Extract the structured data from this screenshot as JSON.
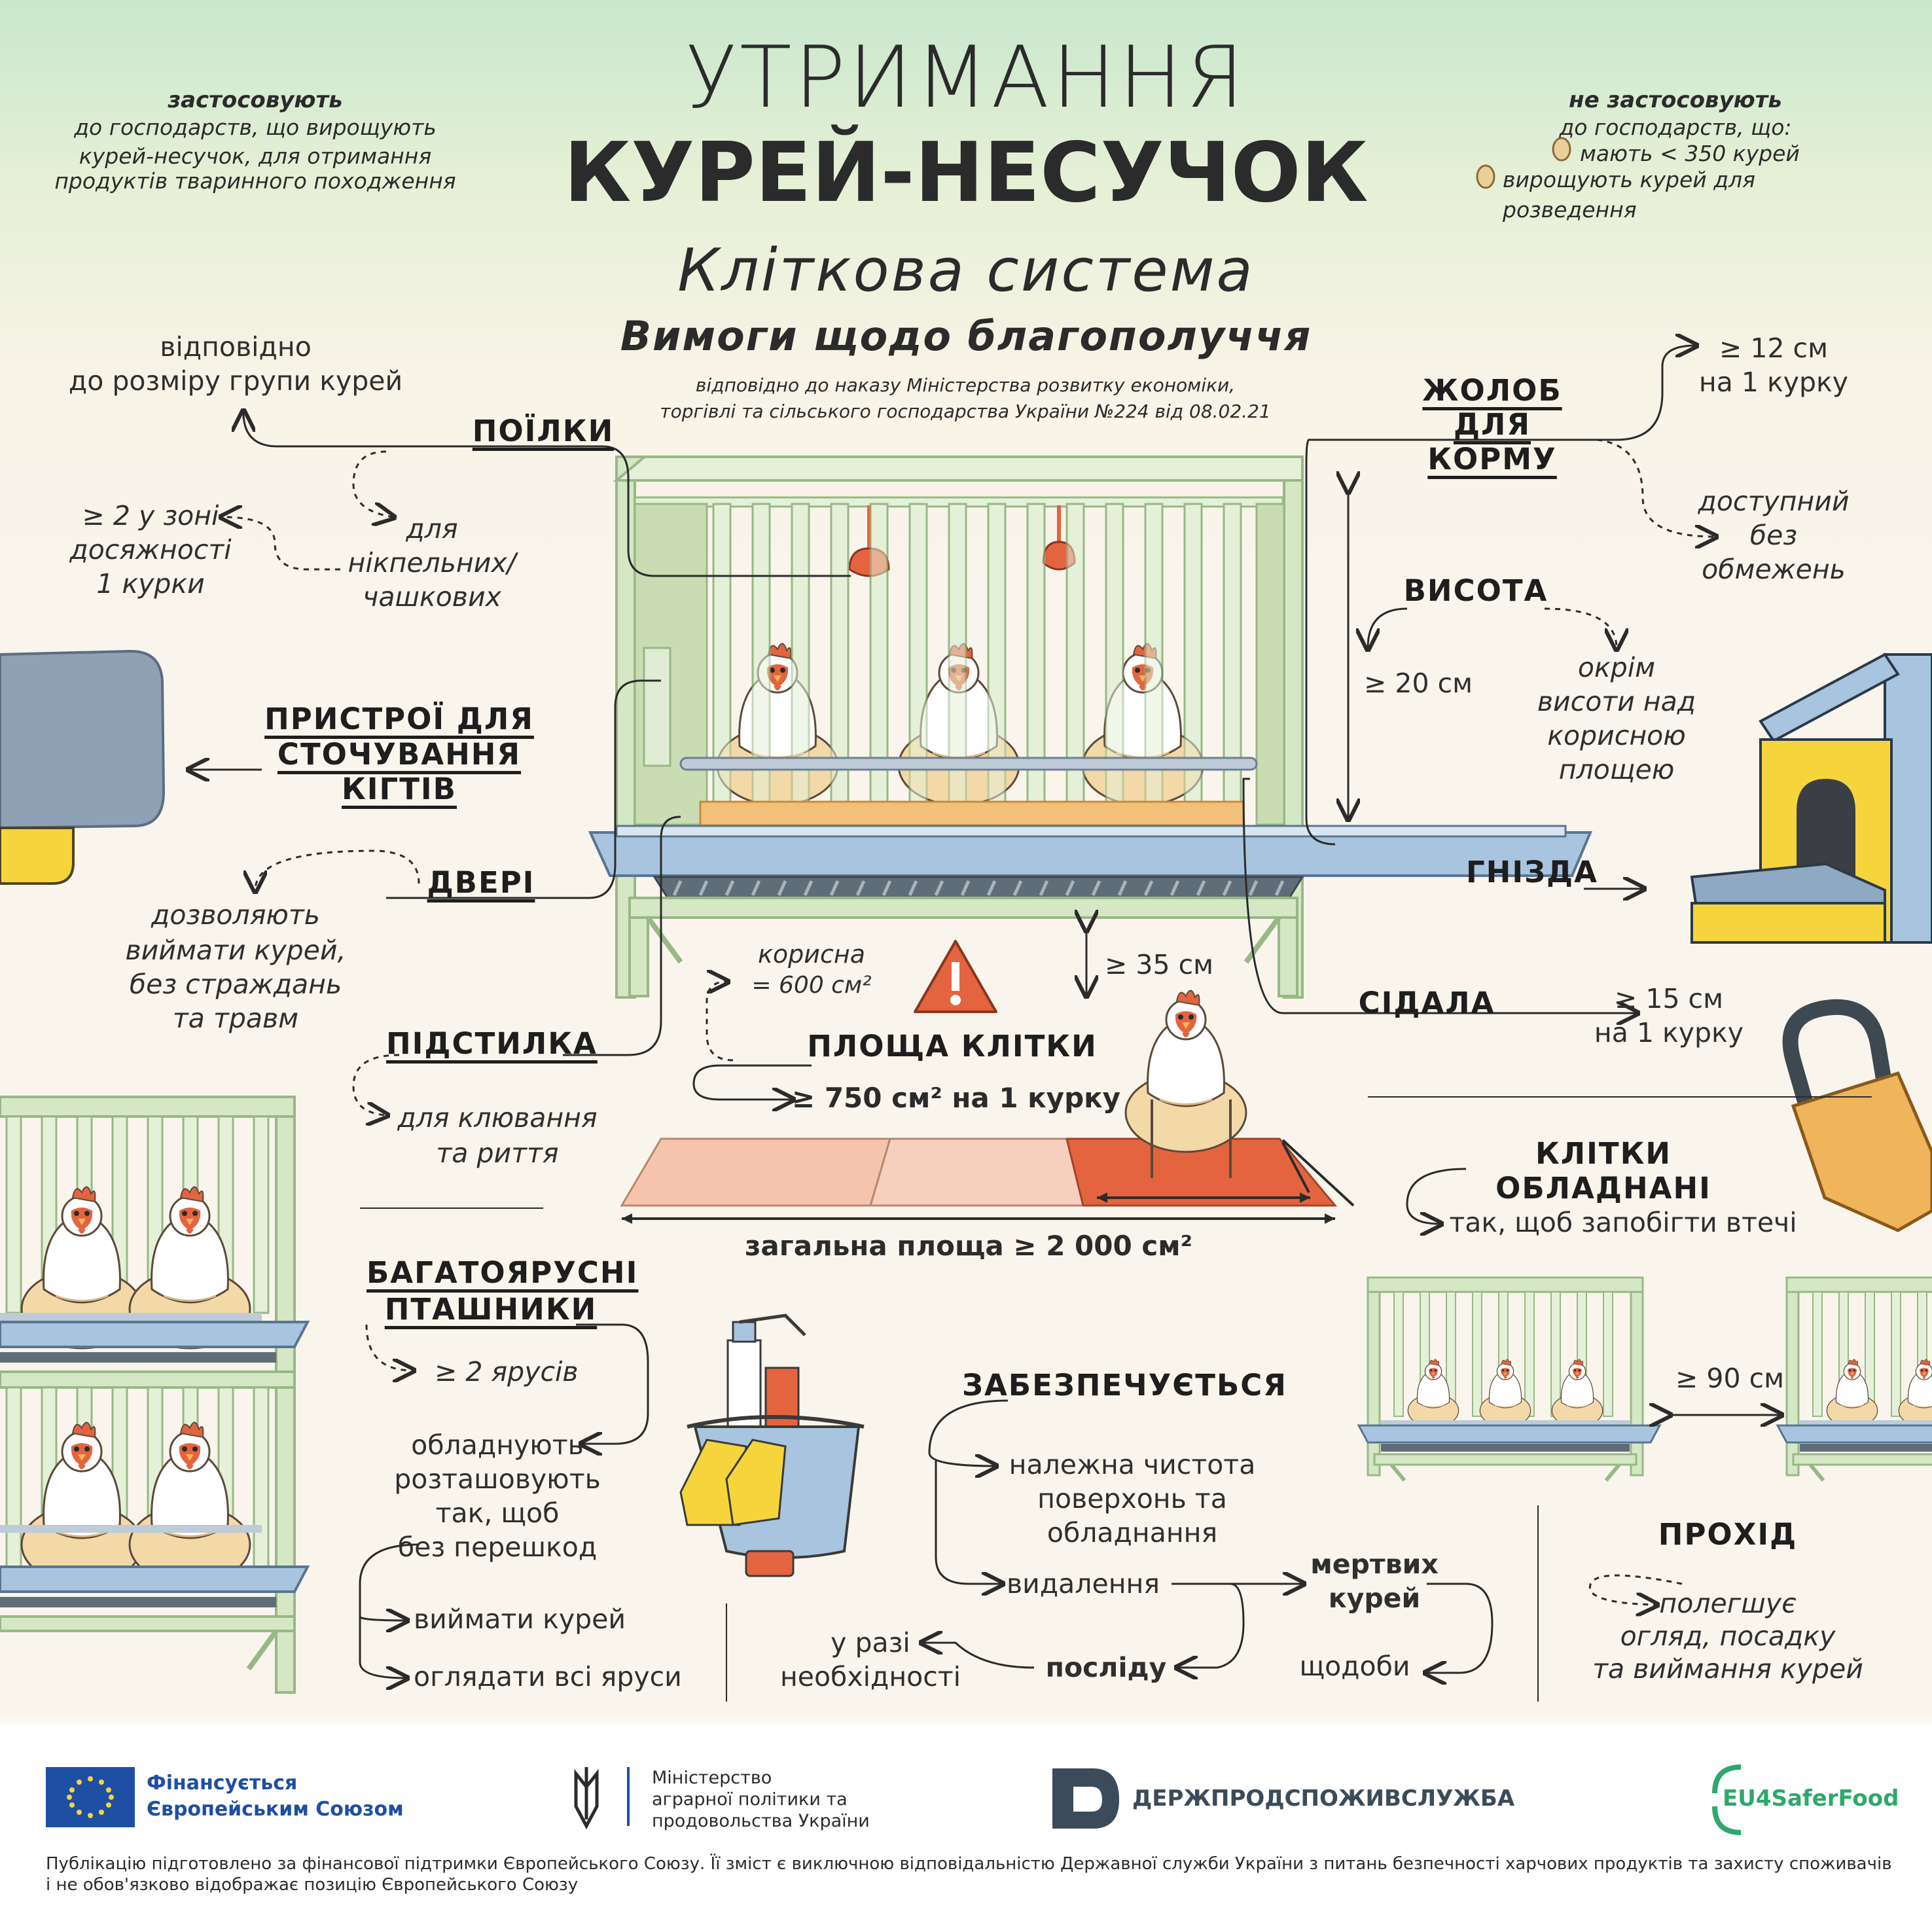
{
  "header": {
    "title_line1": "УТРИМАННЯ",
    "title_line2": "КУРЕЙ-НЕСУЧОК",
    "subtitle": "Кліткова система",
    "subtitle2": "Вимоги щодо благополуччя",
    "source_line1": "відповідно до наказу Міністерства розвитку економіки,",
    "source_line2": "торгівлі та сільського господарства України №224 від 08.02.21"
  },
  "applies": {
    "heading": "застосовують",
    "line1": "до господарств, що вирощують",
    "line2": "курей-несучок, для отримання",
    "line3": "продуктів тваринного походження"
  },
  "not_applies": {
    "heading": "не застосовують",
    "line1": "до господарств, що:",
    "item1": "мають < 350 курей",
    "item2": "вирощують курей для розведення"
  },
  "drinkers": {
    "label": "ПОЇЛКИ",
    "note1a": "відповідно",
    "note1b": "до розміру групи курей",
    "note2a": "≥ 2 у зоні",
    "note2b": "досяжності",
    "note2c": "1 курки",
    "note3a": "для",
    "note3b": "нікпельних/",
    "note3c": "чашкових"
  },
  "claws": {
    "label1": "ПРИСТРОЇ ДЛЯ",
    "label2": "СТОЧУВАННЯ КІГТІВ"
  },
  "doors": {
    "label": "ДВЕРІ",
    "n1": "дозволяють",
    "n2": "виймати курей,",
    "n3": "без страждань",
    "n4": "та травм"
  },
  "litter": {
    "label": "ПІДСТИЛКА",
    "n1": "для клювання",
    "n2": "та риття"
  },
  "feeder": {
    "label1": "ЖОЛОБ",
    "label2": "ДЛЯ КОРМУ",
    "n1a": "≥ 12 см",
    "n1b": "на 1 курку",
    "n2a": "доступний",
    "n2b": "без",
    "n2c": "обмежень"
  },
  "height": {
    "label": "ВИСОТА",
    "value": "≥ 20 см",
    "n1": "окрім",
    "n2": "висоти над",
    "n3": "корисною",
    "n4": "площею"
  },
  "nests": {
    "label": "ГНІЗДА"
  },
  "floor": {
    "value": "≥ 35 см"
  },
  "perch": {
    "label": "СІДАЛА",
    "n1": "≥ 15 см",
    "n2": "на 1 курку"
  },
  "area": {
    "useful1": "корисна",
    "useful2": "= 600 см²",
    "label": "ПЛОЩА КЛІТКИ",
    "per_hen": "≥  750 см² на 1 курку",
    "total": "загальна площа ≥ 2 000 см²"
  },
  "equipped": {
    "label": "КЛІТКИ ОБЛАДНАНІ",
    "note": "так, щоб запобігти втечі"
  },
  "tiers": {
    "label1": "БАГАТОЯРУСНІ",
    "label2": "ПТАШНИКИ",
    "n1": "≥ 2 ярусів",
    "n2a": "обладнують",
    "n2b": "розташовують",
    "n2c": "так, щоб",
    "n2d": "без перешкод",
    "n3": "виймати курей",
    "n4": "оглядати всі яруси"
  },
  "provided": {
    "label": "ЗАБЕЗПЕЧУЄТЬСЯ",
    "n1a": "належна чистота",
    "n1b": "поверхонь та обладнання",
    "removal": "видалення",
    "dead1": "мертвих",
    "dead2": "курей",
    "daily": "щодоби",
    "manure": "посліду",
    "ifneed1": "у разі",
    "ifneed2": "необхідності"
  },
  "aisle": {
    "value": "≥ 90 см",
    "label": "ПРОХІД",
    "n1": "полегшує",
    "n2": "огляд, посадку",
    "n3": "та виймання курей"
  },
  "footer": {
    "eu1": "Фінансується",
    "eu2": "Європейським Союзом",
    "min1": "Міністерство",
    "min2": "аграрної політики та",
    "min3": "продовольства України",
    "dps": "ДЕРЖПРОДСПОЖИВСЛУЖБА",
    "eu4": "EU4SaferFood",
    "disc1": "Публікацію підготовлено за фінансової підтримки Європейського Союзу. Її зміст є виключною відповідальністю Державної служби України з питань безпечності харчових продуктів та захисту споживачів",
    "disc2": "і не обов'язково відображає позицію Європейського Союзу"
  },
  "colors": {
    "cage_green": "#d5e7c5",
    "cage_stroke": "#98b886",
    "feeder_blue": "#a9c4df",
    "accent_orange": "#e3643f",
    "egg": "#e9cf9a",
    "eu_blue": "#1f4fa3",
    "lock_orange": "#f0b45a"
  }
}
